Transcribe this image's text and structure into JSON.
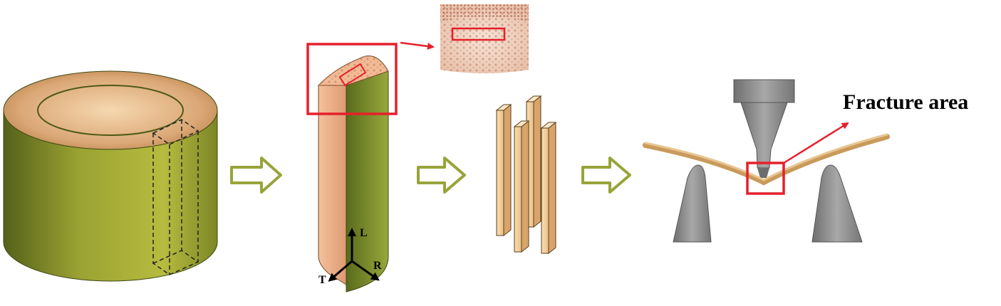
{
  "labels": {
    "fracture_area": "Fracture area",
    "axis_longitudinal": "L",
    "axis_tangential": "T",
    "axis_radial": "R"
  },
  "colors": {
    "bamboo_green": "#9aa232",
    "bamboo_green_dark": "#5f6a1c",
    "inner_wall": "#e9b48d",
    "top_ring": "#d6a26d",
    "highlight_red": "#e5202b",
    "process_arrow": "#98a43a",
    "strip_wood": "#f5d7a6",
    "fixture_gray": "#8e8e8e"
  },
  "icons": [
    "process-arrow-icon",
    "red-pointer-arrow-icon",
    "axis-arrow-icon"
  ]
}
